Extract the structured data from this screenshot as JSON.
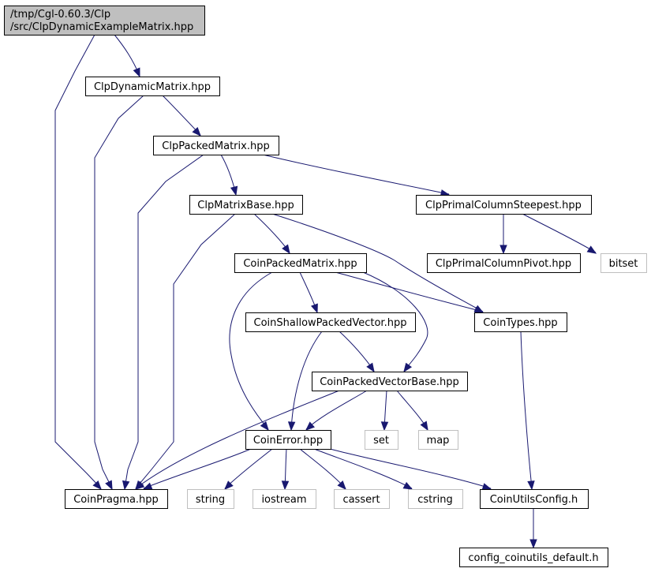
{
  "graph": {
    "nodes": {
      "root": {
        "lines": [
          "/tmp/Cgl-0.60.3/Clp",
          "/src/ClpDynamicExampleMatrix.hpp"
        ],
        "kind": "root"
      },
      "clp_dynamic_matrix": {
        "lines": [
          "ClpDynamicMatrix.hpp"
        ],
        "kind": "file"
      },
      "clp_packed_matrix": {
        "lines": [
          "ClpPackedMatrix.hpp"
        ],
        "kind": "file"
      },
      "clp_matrix_base": {
        "lines": [
          "ClpMatrixBase.hpp"
        ],
        "kind": "file"
      },
      "clp_primal_column_steepest": {
        "lines": [
          "ClpPrimalColumnSteepest.hpp"
        ],
        "kind": "file"
      },
      "clp_primal_column_pivot": {
        "lines": [
          "ClpPrimalColumnPivot.hpp"
        ],
        "kind": "file"
      },
      "bitset": {
        "lines": [
          "bitset"
        ],
        "kind": "ext"
      },
      "coin_packed_matrix": {
        "lines": [
          "CoinPackedMatrix.hpp"
        ],
        "kind": "file"
      },
      "coin_shallow_packed_vector": {
        "lines": [
          "CoinShallowPackedVector.hpp"
        ],
        "kind": "file"
      },
      "coin_types": {
        "lines": [
          "CoinTypes.hpp"
        ],
        "kind": "file"
      },
      "coin_packed_vector_base": {
        "lines": [
          "CoinPackedVectorBase.hpp"
        ],
        "kind": "file"
      },
      "coin_error": {
        "lines": [
          "CoinError.hpp"
        ],
        "kind": "file"
      },
      "set": {
        "lines": [
          "set"
        ],
        "kind": "ext"
      },
      "map": {
        "lines": [
          "map"
        ],
        "kind": "ext"
      },
      "coin_pragma": {
        "lines": [
          "CoinPragma.hpp"
        ],
        "kind": "file"
      },
      "string": {
        "lines": [
          "string"
        ],
        "kind": "ext"
      },
      "iostream": {
        "lines": [
          "iostream"
        ],
        "kind": "ext"
      },
      "cassert": {
        "lines": [
          "cassert"
        ],
        "kind": "ext"
      },
      "cstring": {
        "lines": [
          "cstring"
        ],
        "kind": "ext"
      },
      "coin_utils_config": {
        "lines": [
          "CoinUtilsConfig.h"
        ],
        "kind": "file"
      },
      "config_coinutils_default": {
        "lines": [
          "config_coinutils_default.h"
        ],
        "kind": "file"
      }
    },
    "edges": [
      [
        "root",
        "clp_dynamic_matrix"
      ],
      [
        "root",
        "coin_pragma"
      ],
      [
        "clp_dynamic_matrix",
        "clp_packed_matrix"
      ],
      [
        "clp_dynamic_matrix",
        "coin_pragma"
      ],
      [
        "clp_packed_matrix",
        "clp_matrix_base"
      ],
      [
        "clp_packed_matrix",
        "clp_primal_column_steepest"
      ],
      [
        "clp_packed_matrix",
        "coin_pragma"
      ],
      [
        "clp_matrix_base",
        "coin_packed_matrix"
      ],
      [
        "clp_matrix_base",
        "coin_types"
      ],
      [
        "clp_matrix_base",
        "coin_pragma"
      ],
      [
        "clp_primal_column_steepest",
        "clp_primal_column_pivot"
      ],
      [
        "clp_primal_column_steepest",
        "bitset"
      ],
      [
        "coin_packed_matrix",
        "coin_shallow_packed_vector"
      ],
      [
        "coin_packed_matrix",
        "coin_types"
      ],
      [
        "coin_packed_matrix",
        "coin_packed_vector_base"
      ],
      [
        "coin_packed_matrix",
        "coin_error"
      ],
      [
        "coin_shallow_packed_vector",
        "coin_packed_vector_base"
      ],
      [
        "coin_shallow_packed_vector",
        "coin_error"
      ],
      [
        "coin_types",
        "coin_utils_config"
      ],
      [
        "coin_packed_vector_base",
        "coin_error"
      ],
      [
        "coin_packed_vector_base",
        "set"
      ],
      [
        "coin_packed_vector_base",
        "map"
      ],
      [
        "coin_packed_vector_base",
        "coin_pragma"
      ],
      [
        "coin_error",
        "coin_pragma"
      ],
      [
        "coin_error",
        "string"
      ],
      [
        "coin_error",
        "iostream"
      ],
      [
        "coin_error",
        "cassert"
      ],
      [
        "coin_error",
        "cstring"
      ],
      [
        "coin_error",
        "coin_utils_config"
      ],
      [
        "coin_utils_config",
        "config_coinutils_default"
      ]
    ]
  }
}
